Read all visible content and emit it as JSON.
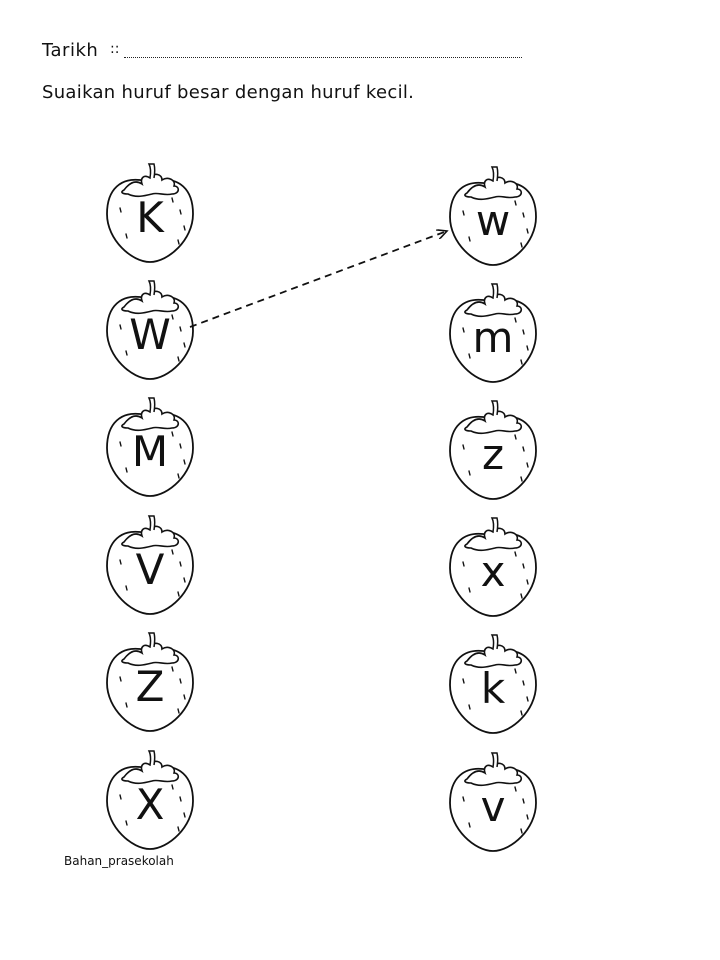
{
  "header": {
    "date_label": "Tarikh",
    "date_colon": "::"
  },
  "instruction": "Suaikan huruf besar dengan huruf kecil.",
  "left_column": {
    "letters": [
      "K",
      "W",
      "M",
      "V",
      "Z",
      "X"
    ]
  },
  "right_column": {
    "letters": [
      "w",
      "m",
      "z",
      "x",
      "k",
      "v"
    ]
  },
  "example_match": {
    "from_left_index": 1,
    "to_right_index": 0
  },
  "credit": "Bahan_prasekolah",
  "colors": {
    "ink": "#111111",
    "fruit_fill": "#ffffff"
  },
  "icons": {
    "fruit": "strawberry-icon",
    "connector": "dashed-arrow"
  }
}
